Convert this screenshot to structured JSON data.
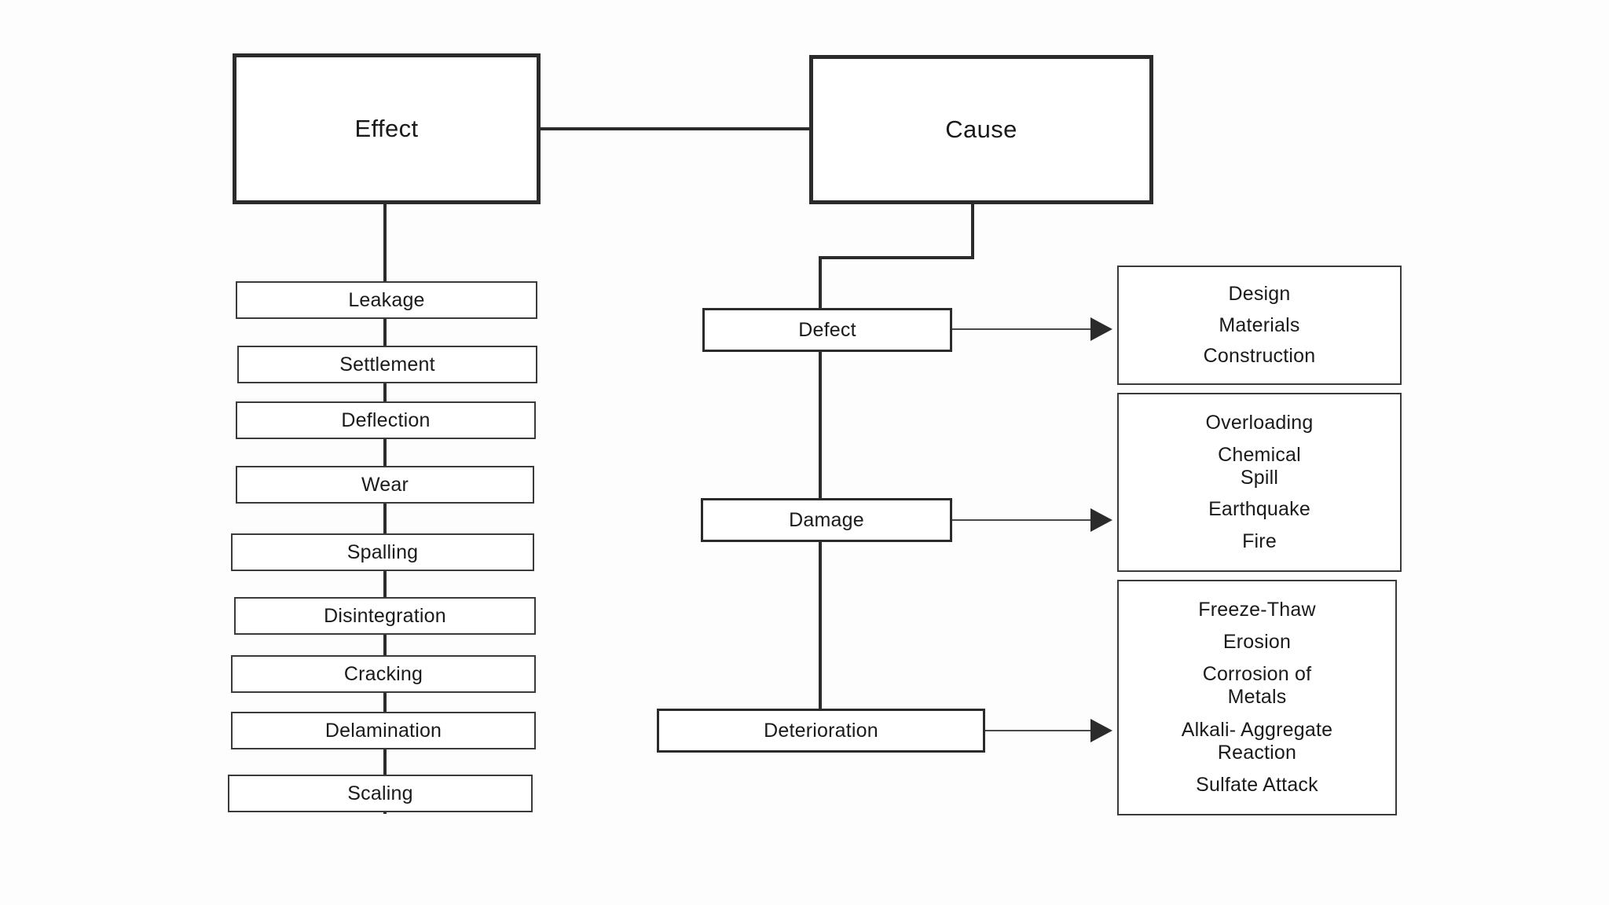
{
  "diagram": {
    "title": "Effect and Cause relationship chart",
    "colors": {
      "ink": "#2b2b2b",
      "background": "#ffffff",
      "line": "#3a3a3a"
    },
    "roots": {
      "effect": "Effect",
      "cause": "Cause"
    },
    "effects": [
      {
        "label": "Leakage"
      },
      {
        "label": "Settlement"
      },
      {
        "label": "Deflection"
      },
      {
        "label": "Wear"
      },
      {
        "label": "Spalling"
      },
      {
        "label": "Disintegration"
      },
      {
        "label": "Cracking"
      },
      {
        "label": "Delamination"
      },
      {
        "label": "Scaling"
      }
    ],
    "causes": [
      {
        "label": "Defect",
        "items": [
          "Design",
          "Materials",
          "Construction"
        ]
      },
      {
        "label": "Damage",
        "items": [
          "Overloading",
          "Chemical\nSpill",
          "Earthquake",
          "Fire"
        ]
      },
      {
        "label": "Deterioration",
        "items": [
          "Freeze-Thaw",
          "Erosion",
          "Corrosion of\nMetals",
          "Alkali- Aggregate\nReaction",
          "Sulfate Attack"
        ]
      }
    ]
  }
}
